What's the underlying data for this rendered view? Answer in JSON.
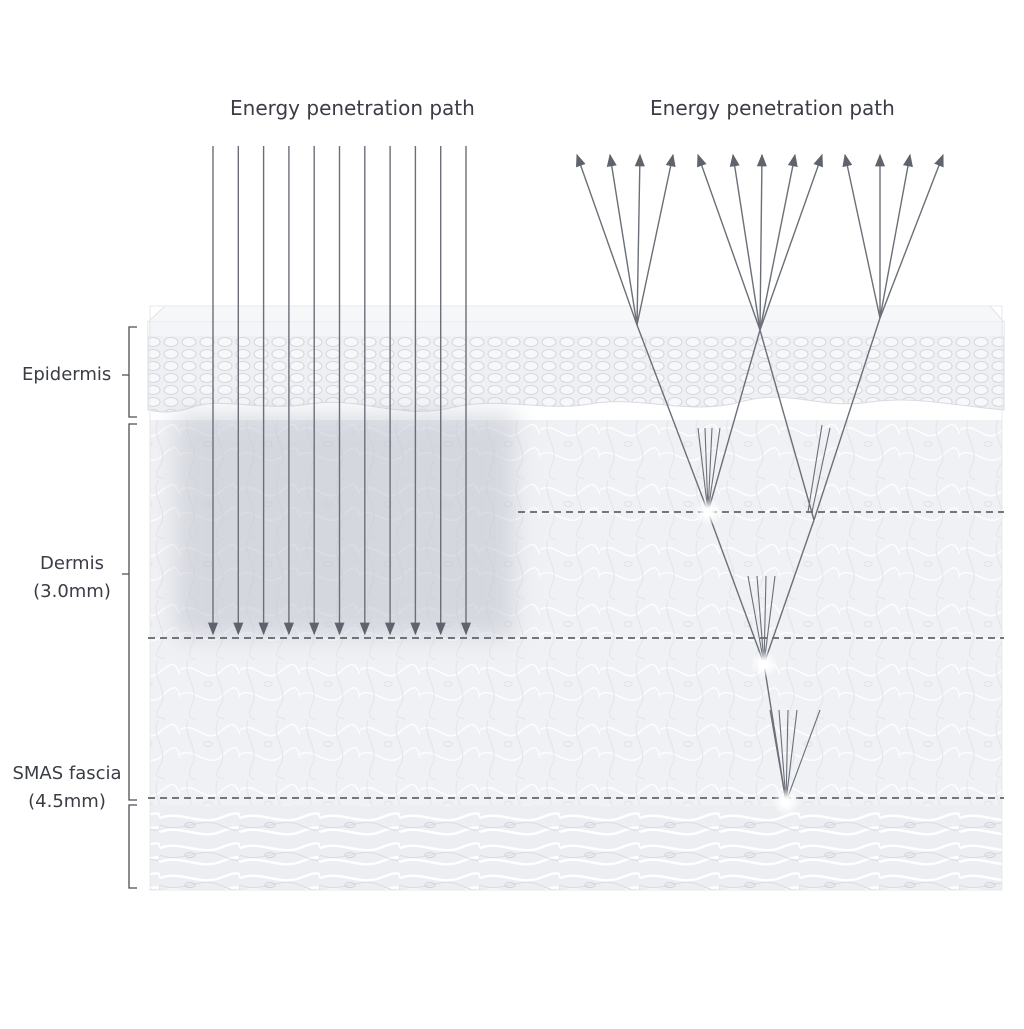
{
  "titles": {
    "left": "Energy penetration path",
    "right": "Energy penetration path"
  },
  "layers": {
    "epidermis": "Epidermis",
    "dermis_name": "Dermis",
    "dermis_depth": "(3.0mm)",
    "smas_name": "SMAS fascia",
    "smas_depth": "(4.5mm)"
  },
  "colors": {
    "arrow": "#6b6f78",
    "tissue": "#f1f2f5",
    "shading": "#c9ccd6",
    "text": "#3a3d45"
  }
}
